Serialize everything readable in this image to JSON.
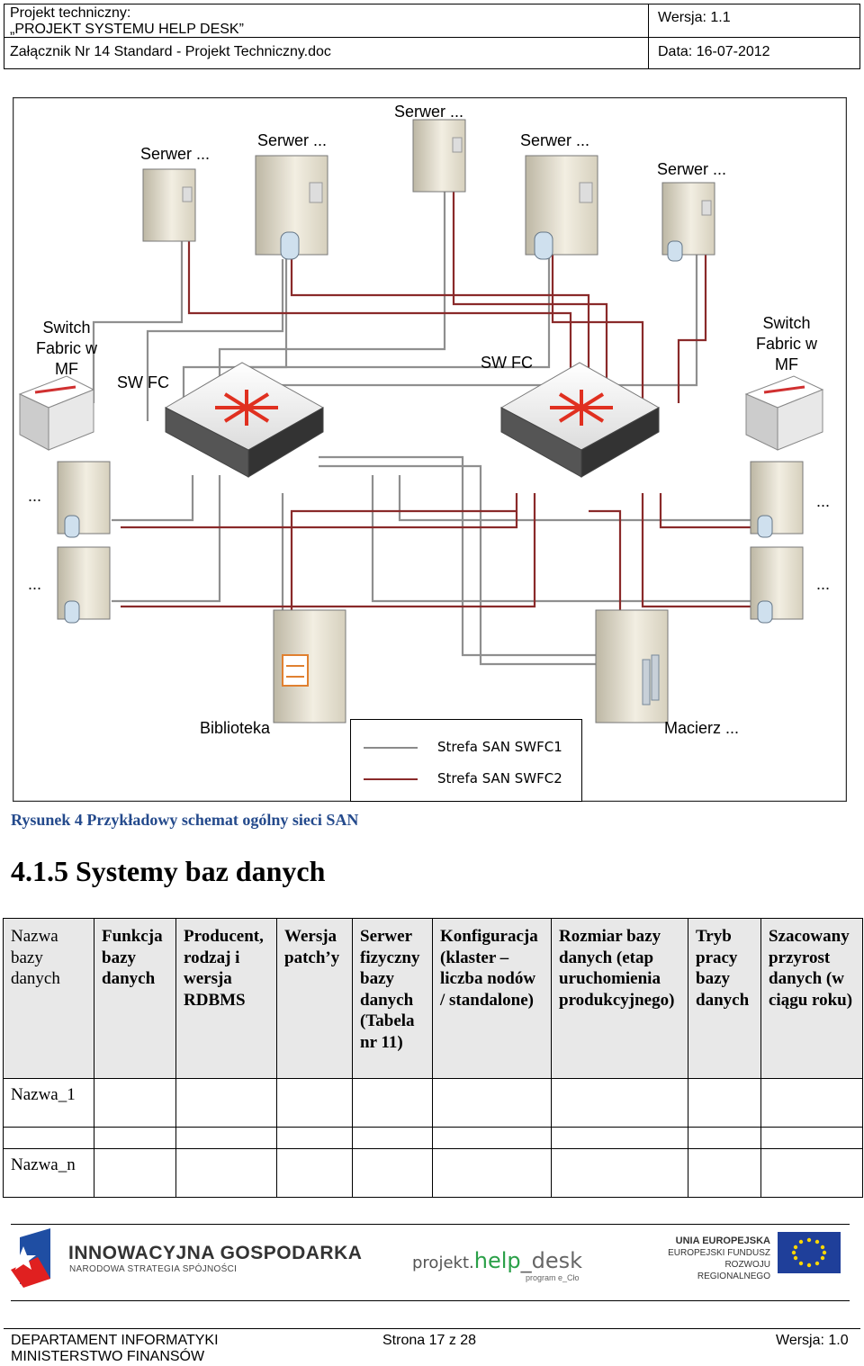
{
  "header": {
    "title_line1": "Projekt techniczny:",
    "title_line2": "„PROJEKT SYSTEMU HELP DESK”",
    "version": "Wersja: 1.1",
    "attachment": "Załącznik Nr 14 Standard - Projekt Techniczny.doc",
    "date": "Data: 16-07-2012"
  },
  "figure": {
    "servers": [
      "Serwer ...",
      "Serwer ...",
      "Serwer ...",
      "Serwer ...",
      "Serwer ..."
    ],
    "switch_fabric_left": "Switch Fabric w MF",
    "switch_fabric_right": "Switch Fabric w MF",
    "sw_fc_left": "SW FC",
    "sw_fc_right": "SW FC",
    "ellipses": [
      "...",
      "...",
      "...",
      "..."
    ],
    "library": "Biblioteka",
    "array": "Macierz ...",
    "legend": [
      {
        "label": "Strefa SAN SWFC1",
        "color": "#8a8a8a"
      },
      {
        "label": "Strefa SAN SWFC2",
        "color": "#8a2a2a"
      }
    ]
  },
  "caption": "Rysunek 4 Przykładowy schemat ogólny sieci SAN",
  "section_title": "4.1.5 Systemy baz danych",
  "table": {
    "headers": [
      "Nazwa bazy danych",
      "Funkcja bazy danych",
      "Producent, rodzaj i wersja RDBMS",
      "Wersja patch’y",
      "Serwer fizyczny bazy danych (Tabela nr 11)",
      "Konfiguracja (klaster – liczba nodów / standalone)",
      "Rozmiar bazy danych (etap uruchomienia produkcyjnego)",
      "Tryb pracy bazy danych",
      "Szacowany przyrost danych (w ciągu roku)"
    ],
    "rows": [
      [
        "Nazwa_1",
        "",
        "",
        "",
        "",
        "",
        "",
        "",
        ""
      ],
      [
        "",
        "",
        "",
        "",
        "",
        "",
        "",
        "",
        ""
      ],
      [
        "Nazwa_n",
        "",
        "",
        "",
        "",
        "",
        "",
        "",
        ""
      ]
    ]
  },
  "logos": {
    "innowacyjna": "INNOWACYJNA GOSPODARKA",
    "innowacyjna_sub": "NARODOWA STRATEGIA SPÓJNOŚCI",
    "projekt": "projekt.",
    "help": "help",
    "desk": "_desk",
    "program": "program e_Cło",
    "eu_line1": "UNIA EUROPEJSKA",
    "eu_line2": "EUROPEJSKI FUNDUSZ",
    "eu_line3": "ROZWOJU REGIONALNEGO"
  },
  "footer": {
    "dept": "DEPARTAMENT INFORMATYKI",
    "ministry": "MINISTERSTWO FINANSÓW",
    "page": "Strona 17 z 28",
    "version": "Wersja: 1.0"
  }
}
